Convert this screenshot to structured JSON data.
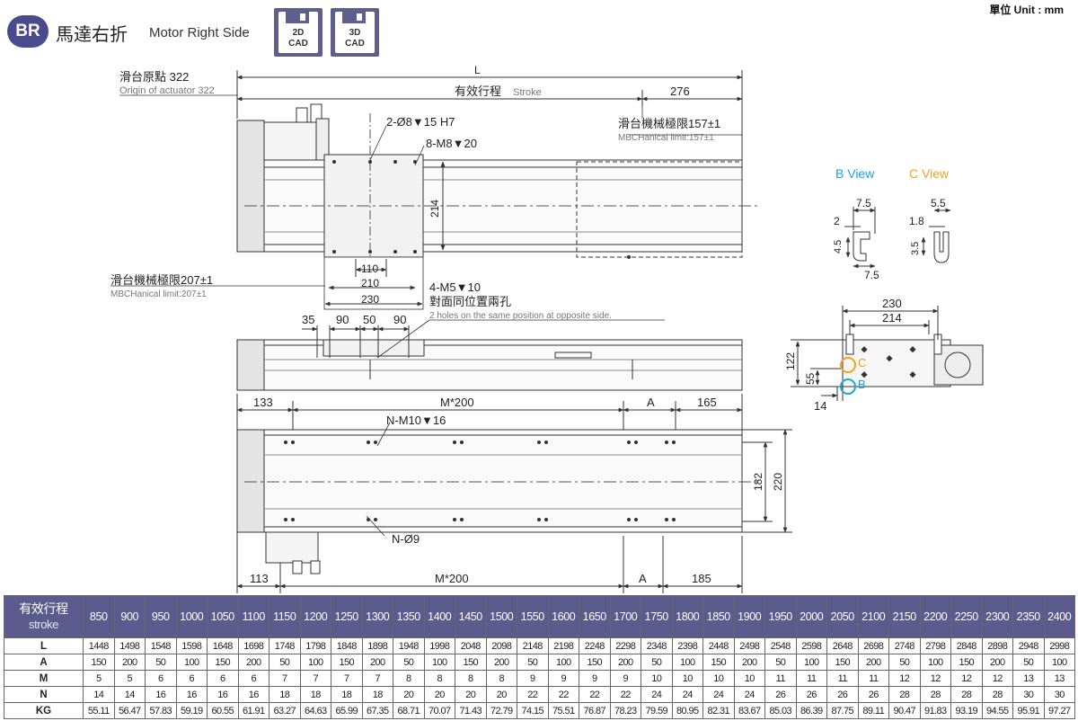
{
  "header": {
    "badge": "BR",
    "title_zh": "馬達右折",
    "title_en": "Motor Right Side",
    "cad_buttons": [
      {
        "line1": "2D",
        "line2": "CAD"
      },
      {
        "line1": "3D",
        "line2": "CAD"
      }
    ],
    "unit": "單位 Unit : mm"
  },
  "drawing": {
    "top_view": {
      "L": "L",
      "origin_zh": "滑台原點 322",
      "origin_en": "Origin of actuator 322",
      "stroke_zh": "有效行程",
      "stroke_en": "Stroke",
      "dim_276": "276",
      "limit_right_zh": "滑台機械極限157±1",
      "limit_right_en": "MBCHanical limit:157±1",
      "hole_a": "2-Ø8▼15 H7",
      "hole_b": "8-M8▼20",
      "dim_214": "214",
      "dim_110": "110",
      "dim_210": "210",
      "dim_230": "230",
      "limit_left_zh": "滑台機械極限207±1",
      "limit_left_en": "MBCHanical limit:207±1",
      "hole_c": "4-M5▼10",
      "hole_c_zh": "對面同位置兩孔",
      "hole_c_en": "2 holes on the same position at opposite side."
    },
    "side_view": {
      "dim_35": "35",
      "dim_90a": "90",
      "dim_50": "50",
      "dim_90b": "90"
    },
    "bottom_view": {
      "dim_133": "133",
      "m200_top": "M*200",
      "A_top": "A",
      "dim_165": "165",
      "hole_n_m10": "N-M10▼16",
      "hole_n_9": "N-Ø9",
      "dim_182": "182",
      "dim_220": "220",
      "dim_113": "113",
      "m200_bottom": "M*200",
      "A_bottom": "A",
      "dim_185": "185"
    },
    "detail_views": {
      "b_view": "B View",
      "c_view": "C View",
      "b_dim_75a": "7.5",
      "b_dim_2": "2",
      "b_dim_45": "4.5",
      "b_dim_75b": "7.5",
      "c_dim_55": "5.5",
      "c_dim_18": "1.8",
      "c_dim_35": "3.5",
      "b_color": "#1ca3dc",
      "c_color": "#f2a11f"
    },
    "end_view": {
      "dim_230": "230",
      "dim_214": "214",
      "dim_122": "122",
      "dim_55": "55",
      "dim_14": "14",
      "label_b": "B",
      "label_c": "C"
    }
  },
  "table": {
    "corner_zh": "有效行程",
    "corner_en": "stroke",
    "strokes": [
      "850",
      "900",
      "950",
      "1000",
      "1050",
      "1100",
      "1150",
      "1200",
      "1250",
      "1300",
      "1350",
      "1400",
      "1450",
      "1500",
      "1550",
      "1600",
      "1650",
      "1700",
      "1750",
      "1800",
      "1850",
      "1900",
      "1950",
      "2000",
      "2050",
      "2100",
      "2150",
      "2200",
      "2250",
      "2300",
      "2350",
      "2400"
    ],
    "rows": [
      {
        "label": "L",
        "values": [
          "1448",
          "1498",
          "1548",
          "1598",
          "1648",
          "1698",
          "1748",
          "1798",
          "1848",
          "1898",
          "1948",
          "1998",
          "2048",
          "2098",
          "2148",
          "2198",
          "2248",
          "2298",
          "2348",
          "2398",
          "2448",
          "2498",
          "2548",
          "2598",
          "2648",
          "2698",
          "2748",
          "2798",
          "2848",
          "2898",
          "2948",
          "2998"
        ]
      },
      {
        "label": "A",
        "values": [
          "150",
          "200",
          "50",
          "100",
          "150",
          "200",
          "50",
          "100",
          "150",
          "200",
          "50",
          "100",
          "150",
          "200",
          "50",
          "100",
          "150",
          "200",
          "50",
          "100",
          "150",
          "200",
          "50",
          "100",
          "150",
          "200",
          "50",
          "100",
          "150",
          "200",
          "50",
          "100"
        ]
      },
      {
        "label": "M",
        "values": [
          "5",
          "5",
          "6",
          "6",
          "6",
          "6",
          "7",
          "7",
          "7",
          "7",
          "8",
          "8",
          "8",
          "8",
          "9",
          "9",
          "9",
          "9",
          "10",
          "10",
          "10",
          "10",
          "11",
          "11",
          "11",
          "11",
          "12",
          "12",
          "12",
          "12",
          "13",
          "13"
        ]
      },
      {
        "label": "N",
        "values": [
          "14",
          "14",
          "16",
          "16",
          "16",
          "16",
          "18",
          "18",
          "18",
          "18",
          "20",
          "20",
          "20",
          "20",
          "22",
          "22",
          "22",
          "22",
          "24",
          "24",
          "24",
          "24",
          "26",
          "26",
          "26",
          "26",
          "28",
          "28",
          "28",
          "28",
          "30",
          "30"
        ]
      },
      {
        "label": "KG",
        "values": [
          "55.11",
          "56.47",
          "57.83",
          "59.19",
          "60.55",
          "61.91",
          "63.27",
          "64.63",
          "65.99",
          "67.35",
          "68.71",
          "70.07",
          "71.43",
          "72.79",
          "74.15",
          "75.51",
          "76.87",
          "78.23",
          "79.59",
          "80.95",
          "82.31",
          "83.67",
          "85.03",
          "86.39",
          "87.75",
          "89.11",
          "90.47",
          "91.83",
          "93.19",
          "94.55",
          "95.91",
          "97.27"
        ]
      }
    ]
  }
}
